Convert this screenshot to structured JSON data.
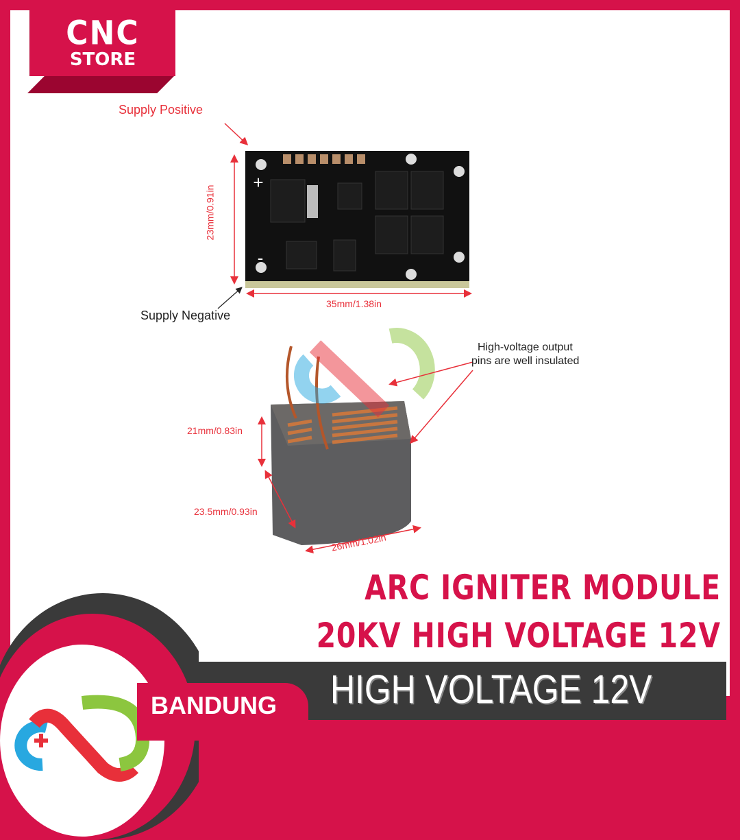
{
  "brand": {
    "line1": "CNC",
    "line2": "STORE",
    "location": "BANDUNG"
  },
  "pcb_labels": {
    "supply_positive": "Supply Positive",
    "supply_negative": "Supply Negative",
    "height": "23mm/0.91in",
    "width": "35mm/1.38in"
  },
  "transformer_labels": {
    "note_line1": "High-voltage output",
    "note_line2": "pins are well insulated",
    "height": "21mm/0.83in",
    "depth": "23.5mm/0.93in",
    "width": "26mm/1.02in"
  },
  "title": {
    "line1": "ARC IGNITER MODULE",
    "line2": "20KV HIGH VOLTAGE 12V"
  },
  "subtitle": "HIGH VOLTAGE 12V",
  "colors": {
    "brand": "#d6124a",
    "dark": "#3a3a3a",
    "dim_red": "#e8303a"
  }
}
